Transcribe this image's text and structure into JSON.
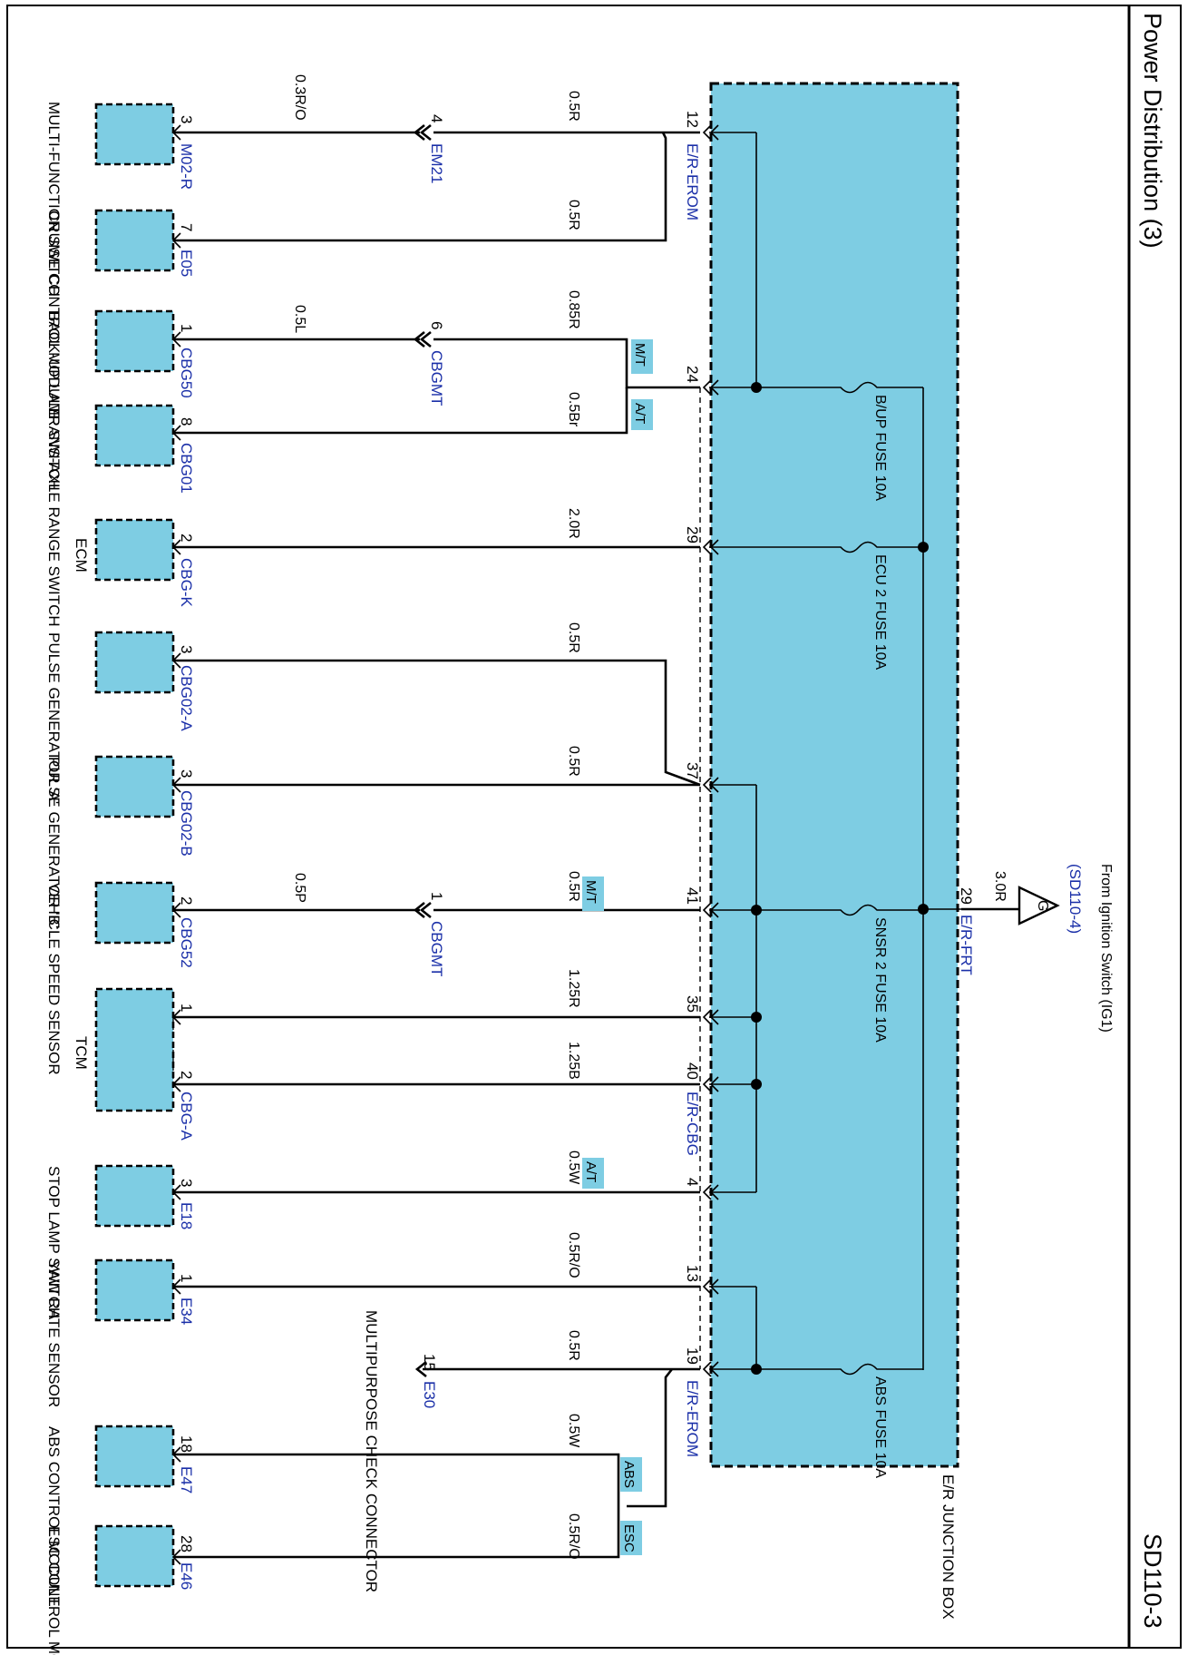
{
  "header": {
    "title": "Power Distribution (3)",
    "page_code": "SD110-3"
  },
  "source": {
    "label": "From Ignition Switch (IG1)",
    "ref": "(SD110-4)",
    "symbol": "G",
    "wire": "3.0R",
    "pin": "29",
    "connector": "E/R-FRT"
  },
  "junction_box": {
    "label": "E/R JUNCTION BOX"
  },
  "fuses": [
    {
      "label": "B/UP FUSE 10A"
    },
    {
      "label": "ECU 2 FUSE 10A"
    },
    {
      "label": "SNSR 2 FUSE 10A"
    },
    {
      "label": "ABS FUSE 10A"
    }
  ],
  "jb_connectors": {
    "erom_top": "E/R-EROM",
    "cbg": "E/R-CBG",
    "erom_bottom": "E/R-EROM"
  },
  "circuits": [
    {
      "component": "MULTI-FUNCTION SWITCH",
      "comp_conn": "M02-R",
      "comp_pin": "3",
      "jb_pin": "12",
      "wire_near": "0.5R",
      "wire_far": "0.3R/O",
      "inline_conn": "EM21",
      "inline_pin": "4"
    },
    {
      "component": "CRUISE CONTROL MODULE",
      "comp_conn": "E05",
      "comp_pin": "7",
      "wire": "0.5R"
    },
    {
      "component": "BACK-UP LAMP SWITCH",
      "comp_conn": "CBG50",
      "comp_pin": "1",
      "jb_pin": "24",
      "wire_near": "0.85R",
      "wire_far": "0.5L",
      "inline_conn": "CBGMT",
      "inline_pin": "6",
      "option": "M/T"
    },
    {
      "component": "TRANS-AXLE RANGE SWITCH",
      "comp_conn": "CBG01",
      "comp_pin": "8",
      "wire": "0.5Br",
      "option": "A/T"
    },
    {
      "component": "ECM",
      "comp_conn": "CBG-K",
      "comp_pin": "2",
      "jb_pin": "29",
      "wire": "2.0R"
    },
    {
      "component": "PULSE GENERATOR 'A'",
      "comp_conn": "CBG02-A",
      "comp_pin": "3",
      "wire": "0.5R"
    },
    {
      "component": "PULSE GENERATOR 'B'",
      "comp_conn": "CBG02-B",
      "comp_pin": "3",
      "jb_pin": "37",
      "wire": "0.5R"
    },
    {
      "component": "VEHICLE SPEED SENSOR",
      "comp_conn": "CBG52",
      "comp_pin": "2",
      "jb_pin": "41",
      "wire_near": "0.5R",
      "wire_far": "0.5P",
      "inline_conn": "CBGMT",
      "inline_pin": "1",
      "option": "M/T"
    },
    {
      "component": "TCM",
      "comp_conn": "CBG-A",
      "comp_pin_a": "1",
      "comp_pin_b": "2",
      "jb_pin_a": "35",
      "jb_pin_b": "40",
      "wire_a": "1.25R",
      "wire_b": "1.25B"
    },
    {
      "component": "STOP LAMP SWITCH",
      "comp_conn": "E18",
      "comp_pin": "3",
      "jb_pin": "4",
      "wire": "0.5W",
      "option": "A/T"
    },
    {
      "component": "YAW RATE SENSOR",
      "comp_conn": "E34",
      "comp_pin": "1",
      "jb_pin": "13",
      "wire": "0.5R/O"
    },
    {
      "component": "MULTIPURPOSE CHECK CONNECTOR",
      "comp_conn": "E30",
      "comp_pin": "15",
      "jb_pin": "19",
      "wire": "0.5R"
    },
    {
      "component": "ABS CONTROL MODULE",
      "comp_conn": "E47",
      "comp_pin": "18",
      "wire": "0.5W",
      "option": "ABS"
    },
    {
      "component": "ESC CONTROL MODULE",
      "comp_conn": "E46",
      "comp_pin": "28",
      "wire": "0.5R/O",
      "option": "ESC"
    }
  ],
  "colors": {
    "module_fill": "#7ecde3",
    "connector_text": "#1a2fa8",
    "wire": "#000000"
  }
}
